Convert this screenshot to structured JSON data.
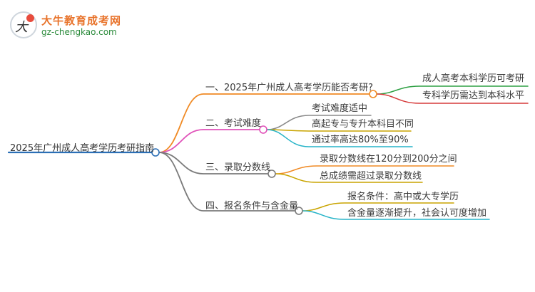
{
  "logo": {
    "title": "大牛教育成考网",
    "url": "gz-chengkao.com",
    "mark_glyph": "大"
  },
  "root": {
    "label": "2025年广州成人高考学历考研指南",
    "color": "#2b6fb6"
  },
  "branches": [
    {
      "label": "一、2025年广州成人高考学历能否考研?",
      "color": "#f08a24",
      "children": [
        {
          "label": "成人高考本科学历可考研",
          "color": "#2ea043"
        },
        {
          "label": "专科学历需达到本科水平",
          "color": "#d63a3a"
        }
      ]
    },
    {
      "label": "二、考试难度",
      "color": "#e052b9",
      "children": [
        {
          "label": "考试难度适中",
          "color": "#8a8a8a"
        },
        {
          "label": "高起专与专升本科目不同",
          "color": "#c9a400"
        },
        {
          "label": "通过率高达80%至90%",
          "color": "#27b4c8"
        }
      ]
    },
    {
      "label": "三、录取分数线",
      "color": "#7a7a7a",
      "children": [
        {
          "label": "录取分数线在120分到200分之间",
          "color": "#f08a24"
        },
        {
          "label": "总成绩需超过录取分数线",
          "color": "#c9a400"
        }
      ]
    },
    {
      "label": "四、报名条件与含金量",
      "color": "#7a7a7a",
      "children": [
        {
          "label": "报名条件：高中或大专学历",
          "color": "#c9a400"
        },
        {
          "label": "含金量逐渐提升，社会认可度增加",
          "color": "#27b4c8"
        }
      ]
    }
  ]
}
